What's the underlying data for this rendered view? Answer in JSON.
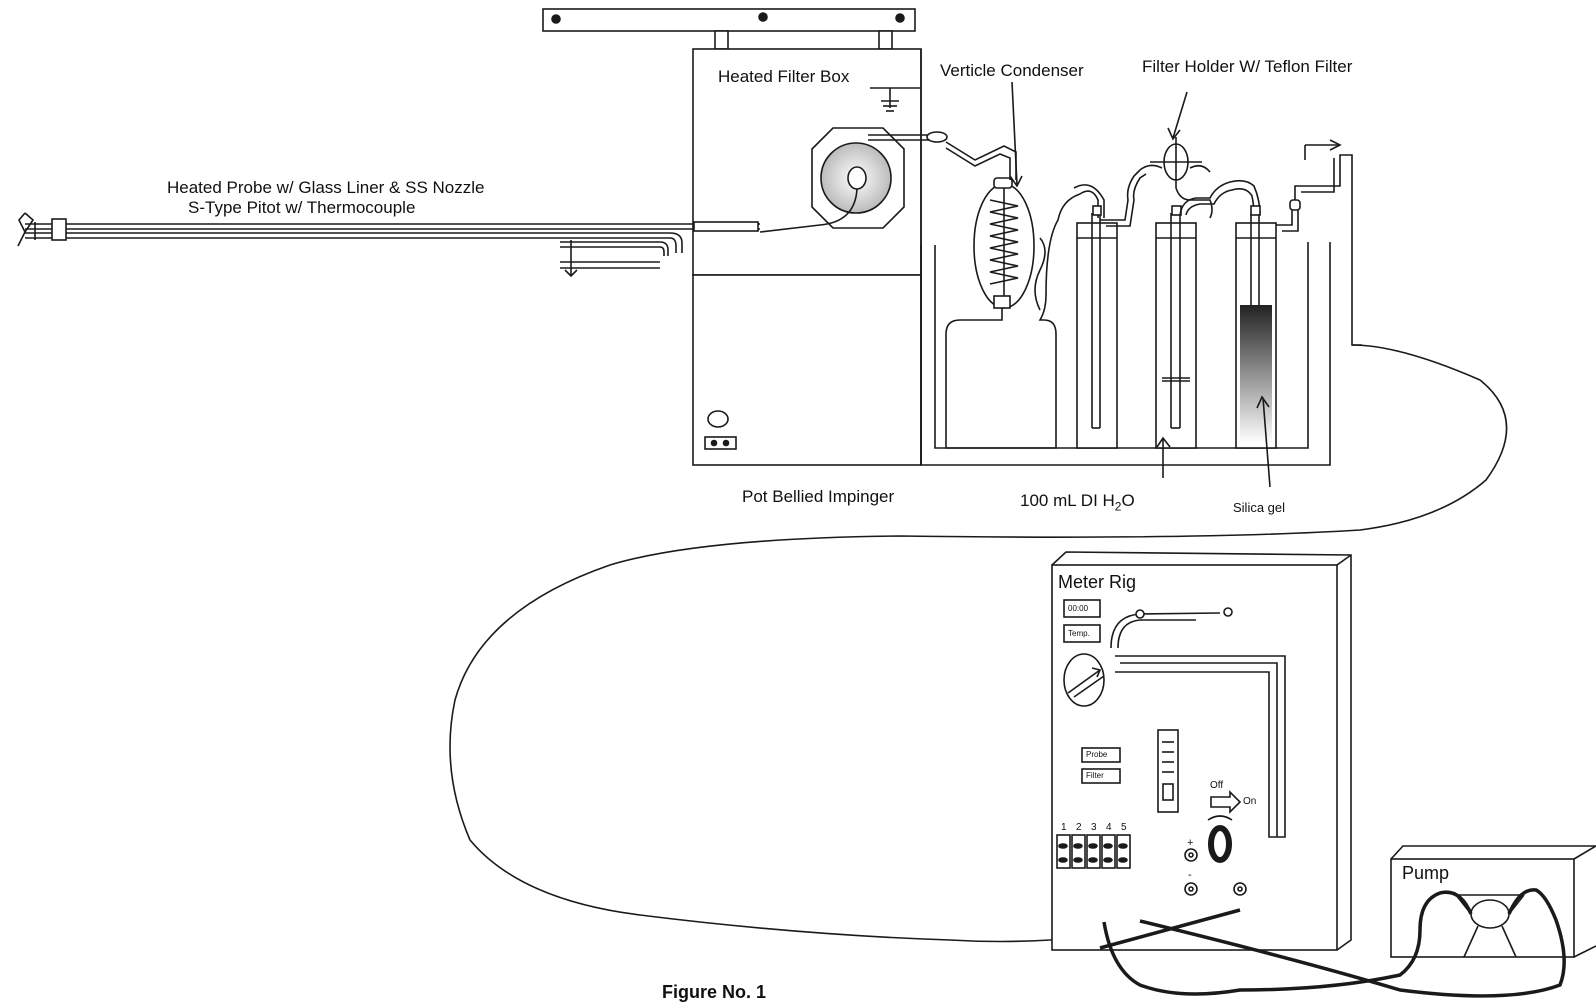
{
  "labels": {
    "heated_filter_box": "Heated Filter Box",
    "verticle_condenser": "Verticle Condenser",
    "filter_holder": "Filter Holder W/ Teflon Filter",
    "heated_probe": "Heated Probe w/ Glass Liner & SS Nozzle",
    "pitot": "S-Type Pitot w/ Thermocouple",
    "pot_bellied": "Pot Bellied Impinger",
    "di_water_prefix": "100 mL DI H",
    "di_water_sub": "2",
    "di_water_suffix": "O",
    "silica_gel": "Silica gel",
    "meter_rig": "Meter Rig",
    "pump": "Pump",
    "figure": "Figure No. 1"
  },
  "meter_rig": {
    "display_time": "00:00",
    "display_temp": "Temp.",
    "probe_btn": "Probe",
    "filter_btn": "Filter",
    "off_label": "Off",
    "on_label": "On",
    "plus": "+",
    "minus": "-",
    "channels": [
      "1",
      "2",
      "3",
      "4",
      "5"
    ]
  },
  "colors": {
    "line": "#1a1a1a",
    "background": "#ffffff"
  }
}
